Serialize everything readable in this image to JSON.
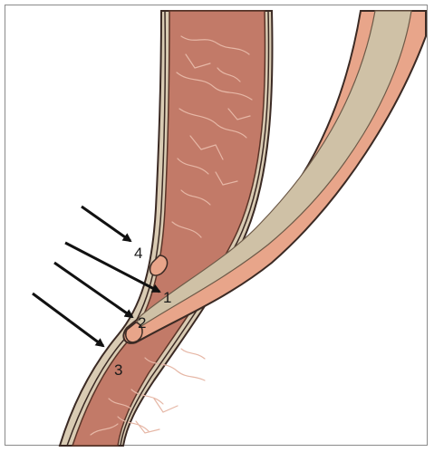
{
  "colors": {
    "background": "#ffffff",
    "frame": "#8a8a8a",
    "wall_muscle": "#c27a68",
    "wall_muscle_fibers": "#e6b7a6",
    "wall_lining": "#d9cbb3",
    "wall_outline": "#3b2a24",
    "duct_mucosa": "#e8a58a",
    "duct_lumen": "#cfc1a6",
    "arrow": "#111111"
  },
  "labels": [
    {
      "id": "1",
      "text": "1"
    },
    {
      "id": "2",
      "text": "2"
    },
    {
      "id": "3",
      "text": "3"
    },
    {
      "id": "4",
      "text": "4"
    }
  ],
  "arrows": [
    {
      "points_to": "4"
    },
    {
      "points_to": "1"
    },
    {
      "points_to": "2"
    },
    {
      "points_to": "3"
    }
  ]
}
